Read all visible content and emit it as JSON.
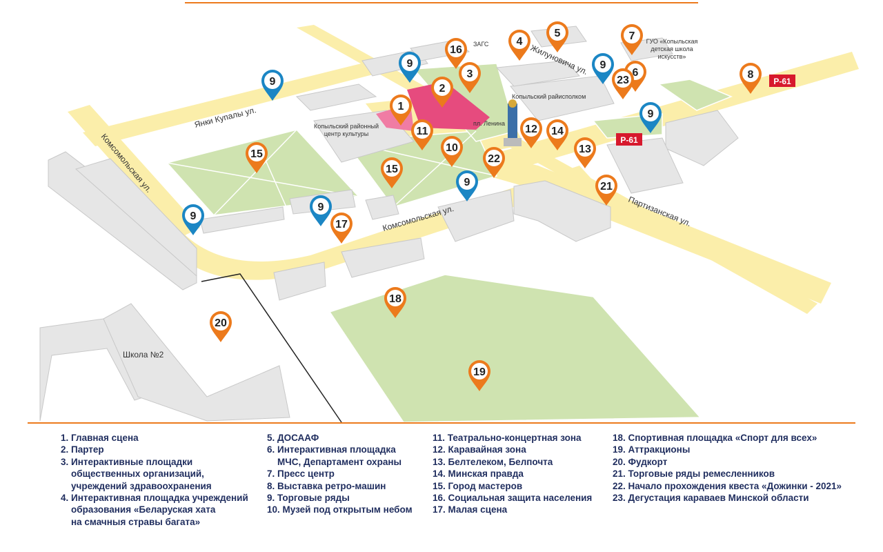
{
  "colors": {
    "marker_orange": "#ec7a1c",
    "marker_blue": "#1b86c4",
    "road": "#fbeeaa",
    "green": "#cfe3b0",
    "building": "#e6e6e6",
    "main_stage": "#e64b7e",
    "route_badge": "#d7192d",
    "legend_text": "#1f2d5e",
    "divider": "#ec7a1c"
  },
  "streets": {
    "kupaly": "Янки Купалы ул.",
    "zhilunovicha": "Жилуновича ул.",
    "komsomolskaya_west": "Комсомольская ул.",
    "komsomolskaya_south": "Комсомольская ул.",
    "partizanskaya": "Партизанская ул."
  },
  "route_badges": [
    "Р-61",
    "Р-61"
  ],
  "place_labels": {
    "zags": "ЗАГС",
    "school_arts": [
      "ГУО «Копыльская",
      "детская школа",
      "искусств»"
    ],
    "raiispolkom": "Копыльский райисполком",
    "culture_center": [
      "Копыльский районный",
      "центр культуры"
    ],
    "lenin_square": "пл. Ленина",
    "school2": "Школа №2"
  },
  "markers": [
    "1",
    "2",
    "3",
    "4",
    "5",
    "6",
    "7",
    "8",
    "9",
    "9",
    "9",
    "9",
    "9",
    "9",
    "9",
    "10",
    "11",
    "12",
    "13",
    "14",
    "15",
    "15",
    "16",
    "17",
    "18",
    "19",
    "20",
    "21",
    "22",
    "23"
  ],
  "legend": {
    "col1": [
      {
        "num": "1.",
        "lines": [
          "Главная сцена"
        ]
      },
      {
        "num": "2.",
        "lines": [
          "Партер"
        ]
      },
      {
        "num": "3.",
        "lines": [
          "Интерактивные площадки",
          "общественных организаций,",
          "учреждений здравоохранения"
        ]
      },
      {
        "num": "4.",
        "lines": [
          "Интерактивная площадка учреждений",
          "образования «Беларуская хата",
          "на смачныя стравы багата»"
        ]
      }
    ],
    "col2": [
      {
        "num": "5.",
        "lines": [
          "ДОСААФ"
        ]
      },
      {
        "num": "6.",
        "lines": [
          "Интерактивная площадка",
          "МЧС, Департамент охраны"
        ]
      },
      {
        "num": "7.",
        "lines": [
          "Пресс центр"
        ]
      },
      {
        "num": "8.",
        "lines": [
          "Выставка ретро-машин"
        ]
      },
      {
        "num": "9.",
        "lines": [
          "Торговые ряды"
        ]
      },
      {
        "num": "10.",
        "lines": [
          "Музей под открытым небом"
        ]
      }
    ],
    "col3": [
      {
        "num": "11.",
        "lines": [
          "Театрально-концертная зона"
        ]
      },
      {
        "num": "12.",
        "lines": [
          "Каравайная зона"
        ]
      },
      {
        "num": "13.",
        "lines": [
          "Белтелеком, Белпочта"
        ]
      },
      {
        "num": "14.",
        "lines": [
          "Минская правда"
        ]
      },
      {
        "num": "15.",
        "lines": [
          "Город мастеров"
        ]
      },
      {
        "num": "16.",
        "lines": [
          "Социальная защита населения"
        ]
      },
      {
        "num": "17.",
        "lines": [
          "Малая сцена"
        ]
      }
    ],
    "col4": [
      {
        "num": "18.",
        "lines": [
          "Спортивная площадка «Спорт для всех»"
        ]
      },
      {
        "num": "19.",
        "lines": [
          "Аттракционы"
        ]
      },
      {
        "num": "20.",
        "lines": [
          "Фудкорт"
        ]
      },
      {
        "num": "21.",
        "lines": [
          "Торговые ряды ремесленников"
        ]
      },
      {
        "num": "22.",
        "lines": [
          "Начало прохождения квеста «Дожинки - 2021»"
        ]
      },
      {
        "num": "23.",
        "lines": [
          "Дегустация караваев Минской области"
        ]
      }
    ]
  }
}
